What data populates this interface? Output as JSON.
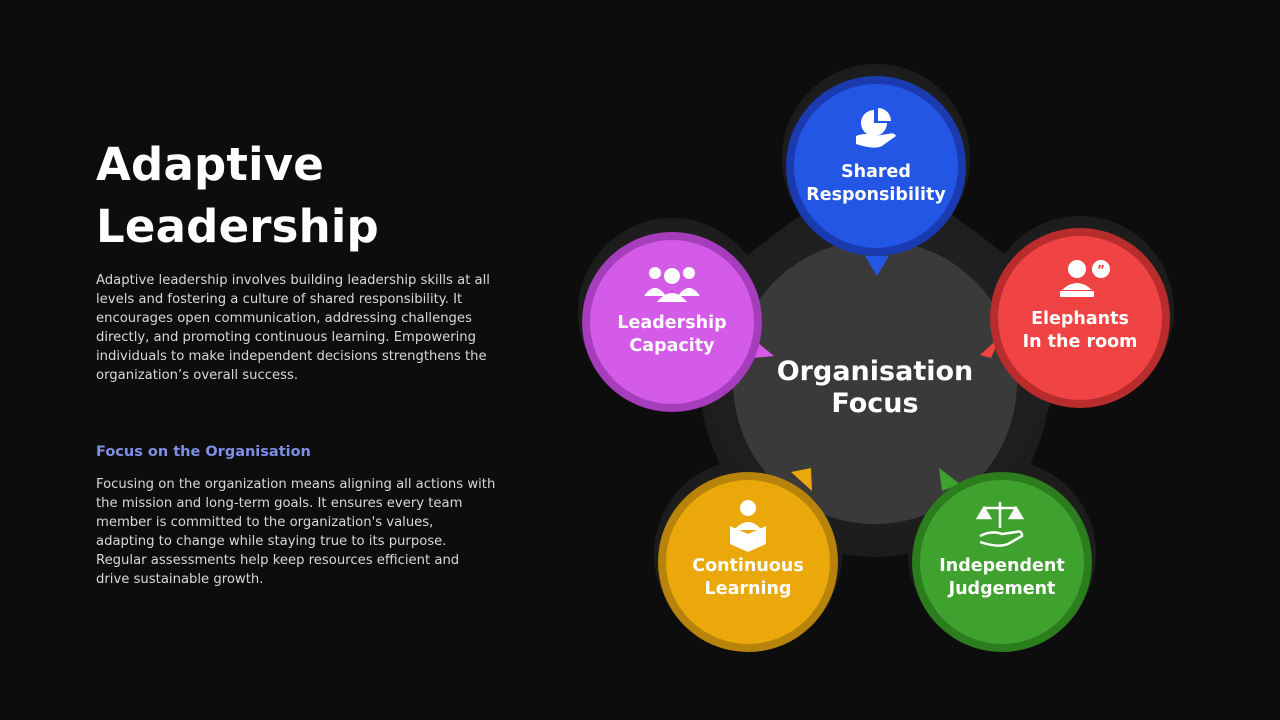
{
  "title": {
    "line1": "Adaptive",
    "line2": "Leadership"
  },
  "intro": "Adaptive leadership involves building leadership skills at all levels and fostering a culture of shared responsibility. It encourages open communication, addressing challenges directly, and promoting continuous learning. Empowering individuals to make independent decisions strengthens the organization’s overall success.",
  "focus_heading": "Focus on the Organisation",
  "focus_text": "Focusing on the organization means aligning all actions with the mission and long-term goals. It ensures every team member is committed to the organization's values, adapting to change while staying true to its purpose. Regular assessments help keep resources efficient and drive sustainable growth.",
  "center": {
    "line1": "Organisation",
    "line2": "Focus"
  },
  "nodes": [
    {
      "line1": "Shared",
      "line2": "Responsibility",
      "color": "#2456e6",
      "icon": "hand-chart-icon"
    },
    {
      "line1": "Elephants",
      "line2": "In the room",
      "color": "#f04444",
      "icon": "speech-person-icon"
    },
    {
      "line1": "Independent",
      "line2": "Judgement",
      "color": "#3fa12e",
      "icon": "scales-hand-icon"
    },
    {
      "line1": "Continuous",
      "line2": "Learning",
      "color": "#eba80a",
      "icon": "reading-person-icon"
    },
    {
      "line1": "Leadership",
      "line2": "Capacity",
      "color": "#d45ae8",
      "icon": "team-icon"
    }
  ],
  "colors": {
    "background": "#0d0d0d",
    "blob": "#1e1e1e",
    "center": "#3a3a3a",
    "subheading": "#7e8fe6"
  }
}
